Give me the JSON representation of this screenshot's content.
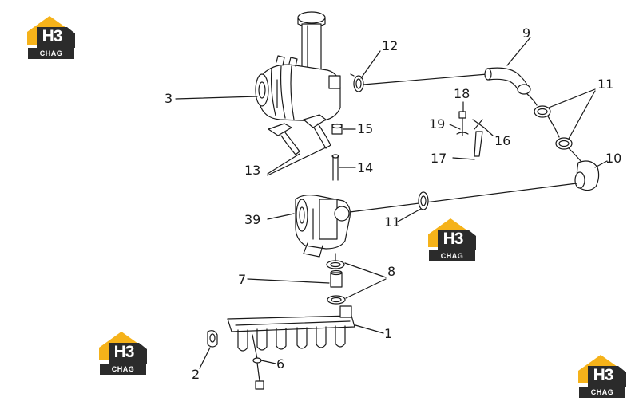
{
  "logo": {
    "main_text": "H3",
    "sub_text": "CHAG",
    "colors": {
      "orange": "#f5b21a",
      "dark": "#2b2b2b",
      "white": "#ffffff"
    }
  },
  "callouts": [
    "1",
    "2",
    "3",
    "6",
    "7",
    "8",
    "9",
    "10",
    "11",
    "11",
    "12",
    "13",
    "14",
    "15",
    "16",
    "17",
    "18",
    "19",
    "39"
  ]
}
